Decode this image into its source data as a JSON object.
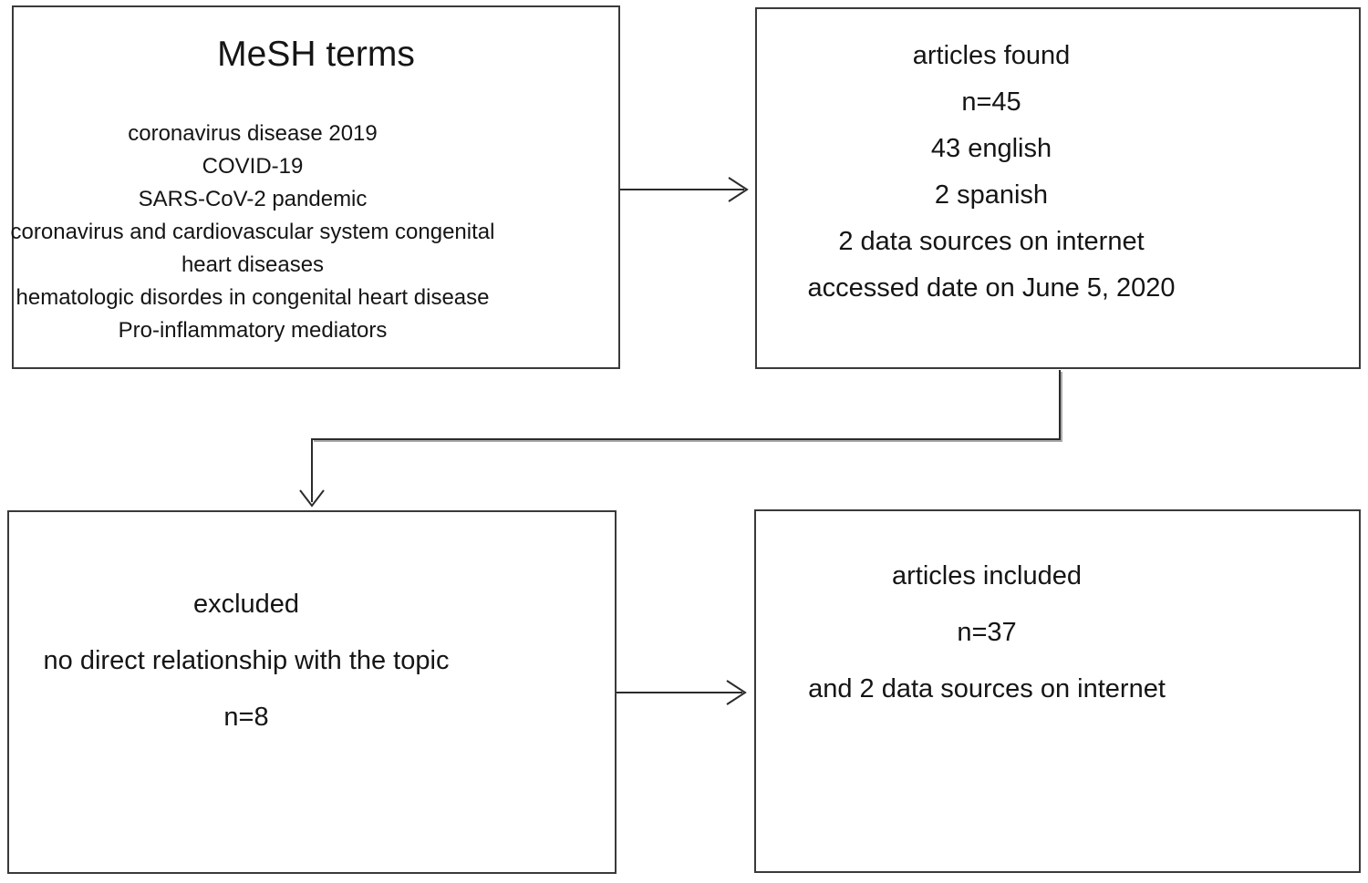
{
  "colors": {
    "background": "#ffffff",
    "border": "#3a3a3a",
    "line": "#2b2b2b",
    "text": "#151515"
  },
  "boxes": {
    "mesh_terms": {
      "title": "MeSH terms",
      "lines": [
        "coronavirus disease 2019",
        "COVID-19",
        "SARS-CoV-2 pandemic",
        "coronavirus and cardiovascular system congenital",
        "heart diseases",
        "hematologic disordes in congenital heart disease",
        "Pro-inflammatory mediators"
      ]
    },
    "articles_found": {
      "lines": [
        "articles found",
        "n=45",
        "43 english",
        "2 spanish",
        "2 data sources on internet",
        "accessed date on June 5, 2020"
      ]
    },
    "excluded": {
      "lines": [
        "excluded",
        "no direct relationship with the topic",
        "n=8"
      ]
    },
    "articles_included": {
      "lines": [
        "articles included",
        "n=37",
        "and 2 data sources on internet"
      ]
    }
  },
  "connectors": [
    {
      "from": "mesh_terms",
      "to": "articles_found",
      "style": "straight-right"
    },
    {
      "from": "articles_found",
      "to": "excluded",
      "style": "elbow-down-left-down"
    },
    {
      "from": "excluded",
      "to": "articles_included",
      "style": "straight-right"
    }
  ]
}
